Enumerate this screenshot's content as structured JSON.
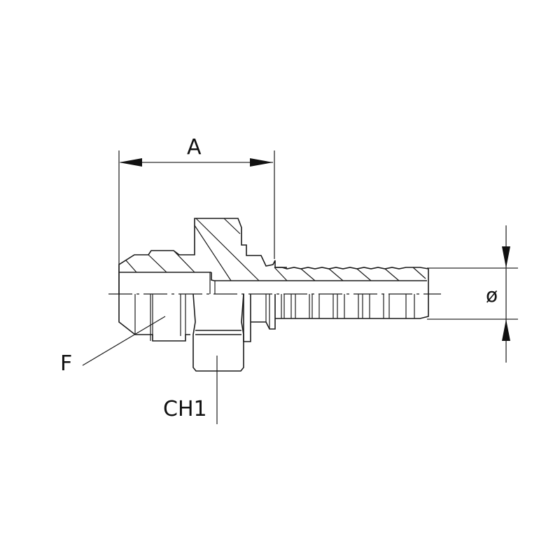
{
  "drawing": {
    "subject": "hydraulic hose fitting, male thread with hex and hose tail",
    "colors": {
      "line": "#1a1a1a",
      "background": "#ffffff"
    },
    "labels": {
      "dimension_a": "A",
      "diameter": "ø",
      "thread": "F",
      "hex": "CH1"
    }
  }
}
